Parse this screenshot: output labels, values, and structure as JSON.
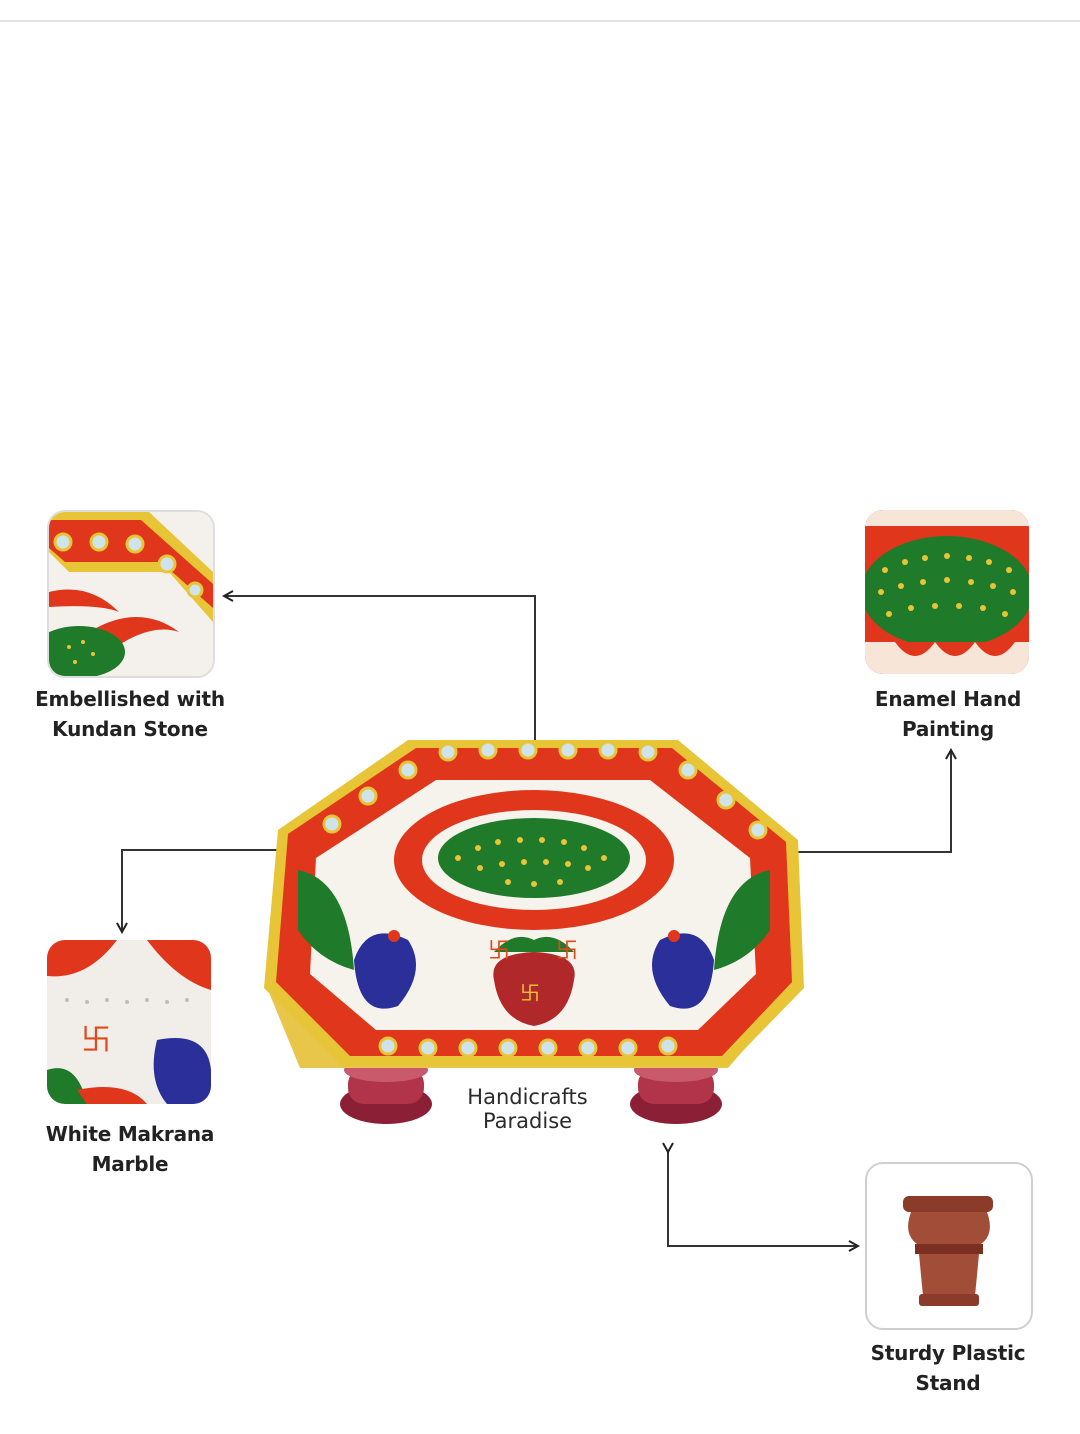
{
  "features": {
    "top_left": {
      "line1": "Embellished with",
      "line2": "Kundan Stone",
      "icon": "kundan-stone-closeup"
    },
    "top_right": {
      "line1": "Enamel Hand",
      "line2": "Painting",
      "icon": "enamel-painting-closeup"
    },
    "mid_left": {
      "line1": "White Makrana",
      "line2": "Marble",
      "icon": "marble-closeup"
    },
    "bottom_right": {
      "line1": "Sturdy Plastic",
      "line2": "Stand",
      "icon": "plastic-stand-leg"
    }
  },
  "product": {
    "brand": "Handicrafts Paradise"
  },
  "colors": {
    "red": "#e0361b",
    "gold": "#e8c437",
    "green": "#1f7a2a",
    "blue": "#2a2f9a",
    "leg": "#b2344a",
    "stand": "#a24d37"
  }
}
